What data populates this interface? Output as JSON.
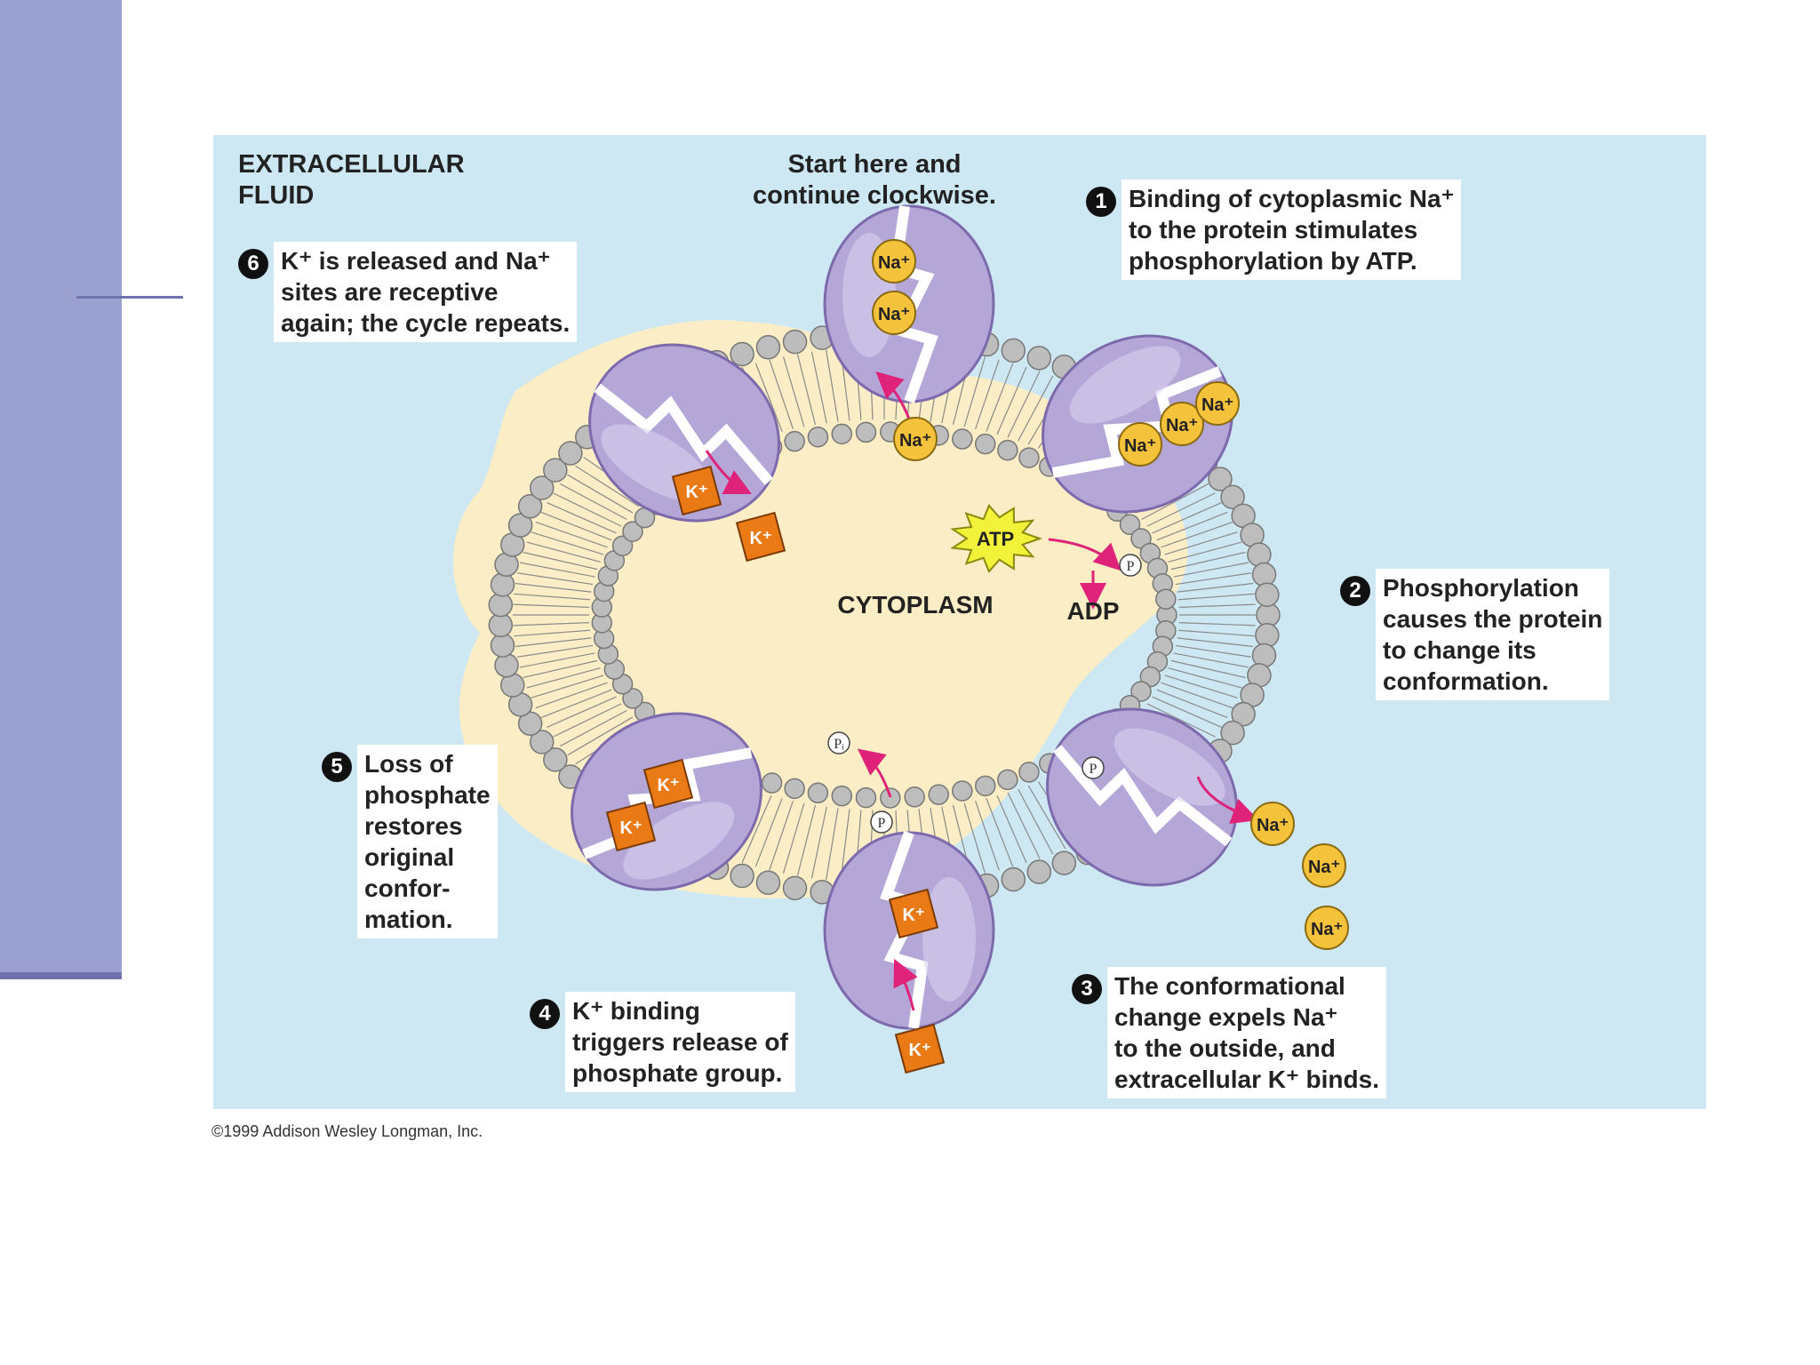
{
  "region_labels": {
    "extracellular": [
      "EXTRACELLULAR",
      "FLUID"
    ],
    "cytoplasm": "CYTOPLASM"
  },
  "start_note": [
    "Start here and",
    "continue clockwise."
  ],
  "steps": [
    {
      "number": "1",
      "lines": [
        "Binding of cytoplasmic Na⁺",
        "to the protein stimulates",
        "phosphorylation by ATP."
      ]
    },
    {
      "number": "2",
      "lines": [
        "Phosphorylation",
        "causes the protein",
        "to change its",
        "conformation."
      ]
    },
    {
      "number": "3",
      "lines": [
        "The conformational",
        "change expels Na⁺",
        "to the outside, and",
        "extracellular K⁺ binds."
      ]
    },
    {
      "number": "4",
      "lines": [
        "K⁺ binding",
        "triggers release of",
        "phosphate group."
      ]
    },
    {
      "number": "5",
      "lines": [
        "Loss of",
        "phosphate",
        "restores",
        "original",
        "confor-",
        "mation."
      ]
    },
    {
      "number": "6",
      "lines": [
        "K⁺ is released and Na⁺",
        "sites are receptive",
        "again; the cycle repeats."
      ]
    }
  ],
  "molecules": {
    "sodium": "Na⁺",
    "potassium": "K⁺",
    "atp": "ATP",
    "adp": "ADP",
    "phosphate": "P",
    "inorganic_phosphate": "Pᵢ"
  },
  "colors": {
    "fluid": "#cde8f2",
    "cytoplasm": "#fbedc5",
    "protein": "#b4a6d6",
    "protein_dark": "#7d6aad",
    "sodium": "#f5c23c",
    "potassium": "#ea7a16",
    "atp": "#f2f23a",
    "arrow": "#e0237a",
    "side_bar": "#9aa0cf"
  },
  "copyright": "©1999 Addison Wesley Longman, Inc."
}
